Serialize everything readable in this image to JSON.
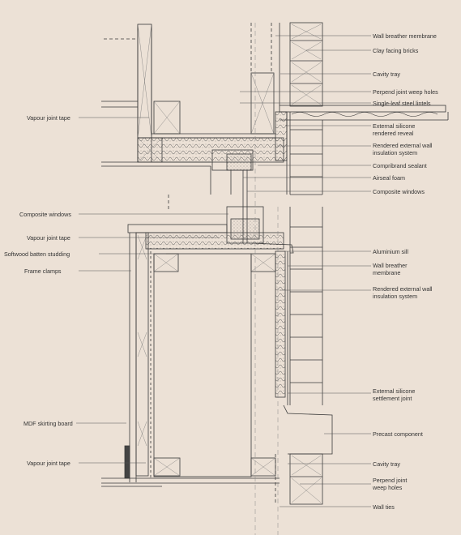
{
  "colors": {
    "background": "#ece1d6",
    "line": "#3a3a3a",
    "leader": "#555555"
  },
  "labels_right": [
    {
      "id": "wall-breather-membrane-top",
      "text": "Wall breather membrane"
    },
    {
      "id": "clay-facing-bricks",
      "text": "Clay facing bricks"
    },
    {
      "id": "cavity-tray-top",
      "text": "Cavity tray"
    },
    {
      "id": "perpend-joint-weep-holes-top",
      "text": "Perpend joint weep holes"
    },
    {
      "id": "single-leaf-steel-lintels",
      "text": "Single-leaf steel lintels"
    },
    {
      "id": "external-silicone-rendered-reveal",
      "text": "External silicone\nrendered reveal"
    },
    {
      "id": "rendered-external-wall-insulation-top",
      "text": "Rendered external wall\ninsulation system"
    },
    {
      "id": "compribrand-sealant",
      "text": "Compribrand sealant"
    },
    {
      "id": "airseal-foam",
      "text": "Airseal foam"
    },
    {
      "id": "composite-windows-right",
      "text": "Composite windows"
    },
    {
      "id": "aluminium-sill",
      "text": "Aluminium sill"
    },
    {
      "id": "wall-breather-membrane-mid",
      "text": "Wall breather\nmembrane"
    },
    {
      "id": "rendered-external-wall-insulation-mid",
      "text": "Rendered external wall\ninsulation system"
    },
    {
      "id": "external-silicone-settlement-joint",
      "text": "External silicone\nsettlement joint"
    },
    {
      "id": "precast-component",
      "text": "Precast component"
    },
    {
      "id": "cavity-tray-bottom",
      "text": "Cavity tray"
    },
    {
      "id": "perpend-joint-weep-holes-bottom",
      "text": "Perpend joint\nweep holes"
    },
    {
      "id": "wall-ties",
      "text": "Wall ties"
    }
  ],
  "labels_left": [
    {
      "id": "vapour-joint-tape-top",
      "text": "Vapour joint tape"
    },
    {
      "id": "composite-windows-left",
      "text": "Composite windows"
    },
    {
      "id": "vapour-joint-tape-mid",
      "text": "Vapour joint tape"
    },
    {
      "id": "softwood-batten-studding",
      "text": "Softwood batten studding"
    },
    {
      "id": "frame-clamps",
      "text": "Frame clamps"
    },
    {
      "id": "mdf-skirting-board",
      "text": "MDF skirting board"
    },
    {
      "id": "vapour-joint-tape-bottom",
      "text": "Vapour joint tape"
    }
  ]
}
